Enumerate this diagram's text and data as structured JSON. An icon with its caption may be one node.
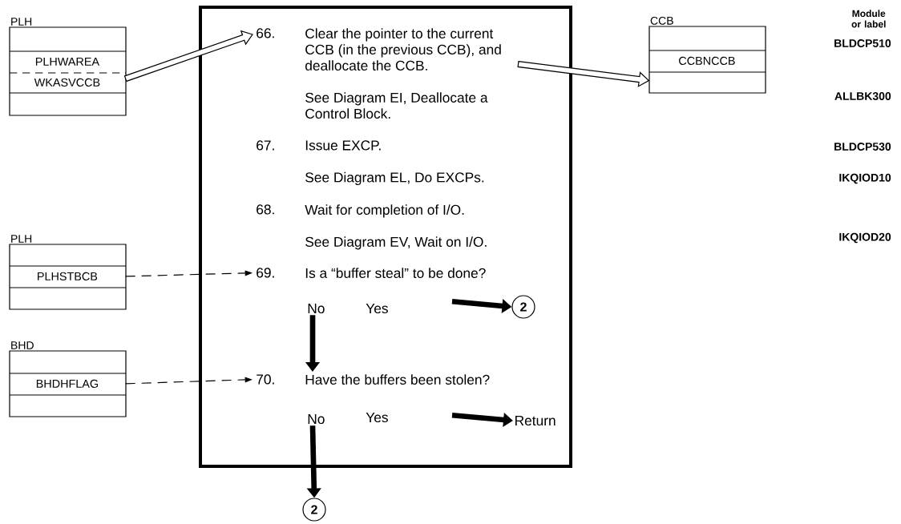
{
  "diagram": {
    "nodes": [
      {
        "text": [
          "PLH"
        ]
      },
      {
        "text": [
          "PLHWAREA"
        ],
        "in": 0
      },
      {
        "text": [
          "WKASVCCB"
        ],
        "in": 0
      },
      {
        "text": [],
        "shape": "box"
      },
      {
        "text": [
          "66.",
          "Clear the pointer to the current CCB (in the previous CCB), and deallocate the CCB.",
          "See Diagram EI, Deallocate a Control Block."
        ],
        "in": 3
      },
      {
        "text": [
          "67.",
          "Issue EXCP.",
          "See Diagram EL, Do EXCPs."
        ],
        "in": 3
      },
      {
        "text": [
          "68.",
          "Wait for completion of I/O.",
          "See Diagram EV, Wait on I/O."
        ],
        "in": 3
      },
      {
        "text": [
          "69.",
          "Is a “buffer steal” to be done?"
        ],
        "in": 3
      },
      {
        "text": [
          "2"
        ],
        "in": 3
      },
      {
        "text": [
          "70.",
          "Have the buffers been stolen?"
        ],
        "in": 3
      },
      {
        "text": [
          "Return"
        ],
        "in": 3
      },
      {
        "text": [
          "2"
        ]
      },
      {
        "text": [
          "CCB"
        ]
      },
      {
        "text": [
          "CCBNCCB"
        ],
        "in": 12
      },
      {
        "text": [
          "PLH"
        ]
      },
      {
        "text": [
          "PLHSTBCB"
        ],
        "in": 14
      },
      {
        "text": [
          "BHD"
        ]
      },
      {
        "text": [
          "BHDHFLAG"
        ],
        "in": 16
      }
    ],
    "edges": [
      {
        "from": 2,
        "to": 4,
        "arrow": "to"
      },
      {
        "from": 4,
        "to": 12,
        "arrow": "to"
      },
      {
        "from": 15,
        "to": 7,
        "arrow": "to",
        "style": "dashed"
      },
      {
        "from": 17,
        "to": 9,
        "arrow": "to",
        "style": "dashed"
      },
      {
        "from": 7,
        "to": 9,
        "arrow": "to"
      },
      {
        "from": 7,
        "to": 8,
        "arrow": "to"
      },
      {
        "from": 9,
        "to": 11,
        "arrow": "to"
      },
      {
        "from": 9,
        "to": 10,
        "arrow": "to"
      }
    ],
    "labels": [
      "No",
      "Yes",
      "No",
      "Yes",
      "Module or label",
      "BLDCP510",
      "ALLBK300",
      "BLDCP530",
      "IKQIOD10",
      "IKQIOD20"
    ]
  }
}
